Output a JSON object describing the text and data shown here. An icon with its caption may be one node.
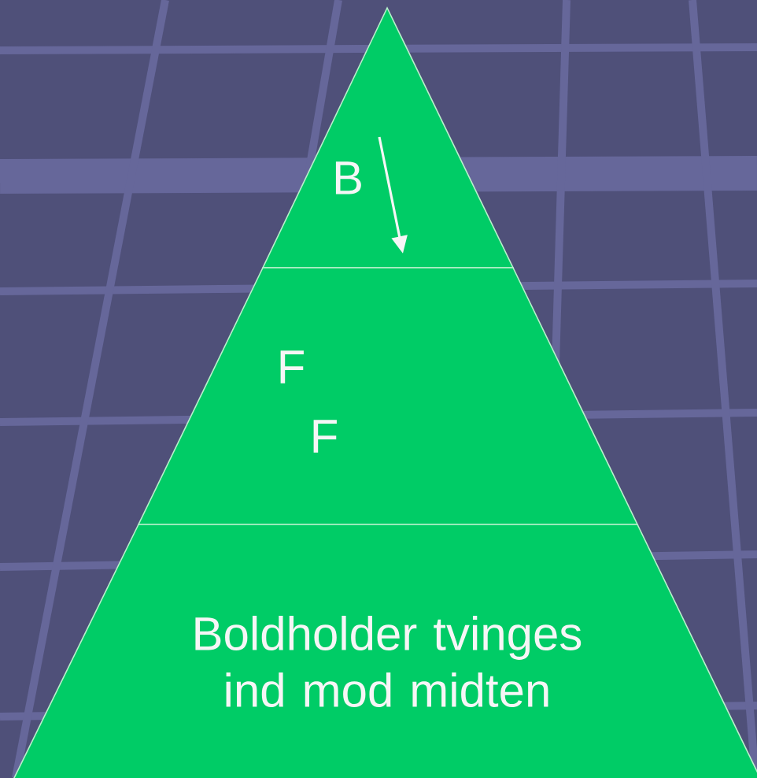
{
  "diagram": {
    "nodes": [
      {
        "text": [
          "B"
        ]
      },
      {
        "text": [
          "F",
          "F"
        ]
      },
      {
        "text": [
          "Boldholder tvinges ind mod midten"
        ]
      }
    ]
  }
}
